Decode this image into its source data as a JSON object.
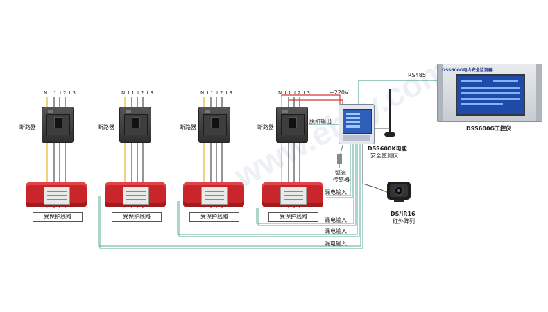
{
  "groups": [
    {
      "phase_label": "N  L1 L2 L3",
      "breaker_label": "断路器",
      "sensor_label": "受保护线路"
    },
    {
      "phase_label": "N  L1 L2 L3",
      "breaker_label": "断路器",
      "sensor_label": "受保护线路"
    },
    {
      "phase_label": "N  L1 L2 L3",
      "breaker_label": "断路器",
      "sensor_label": "受保护线路"
    },
    {
      "phase_label": "N  L1 L2 L3",
      "breaker_label": "断路器",
      "sensor_label": "受保护线路"
    }
  ],
  "voltage_label": "~220V",
  "trip_output_label": "脱扣输出",
  "arc_sensor_label": [
    "弧光",
    "传感器"
  ],
  "leakage_inputs": [
    "漏电输入",
    "漏电输入",
    "漏电输入",
    "漏电输入"
  ],
  "monitor": {
    "model": "DSS600K电能",
    "name": "安全监测仪"
  },
  "camera": {
    "model": "DS/IR16",
    "name": "红外阵列"
  },
  "comm_label": "RS485",
  "ipc": {
    "screen_title": "DSS600G电力安全监测器",
    "caption": "DSS600G工控仪"
  },
  "watermark": "www.ehsy.com",
  "colors": {
    "line_N": "#e8c04a",
    "line_L": "#6a6a6a",
    "signal": "#5fa89a",
    "sensor_red": "#c8262a",
    "power_red": "#d23a3a"
  }
}
